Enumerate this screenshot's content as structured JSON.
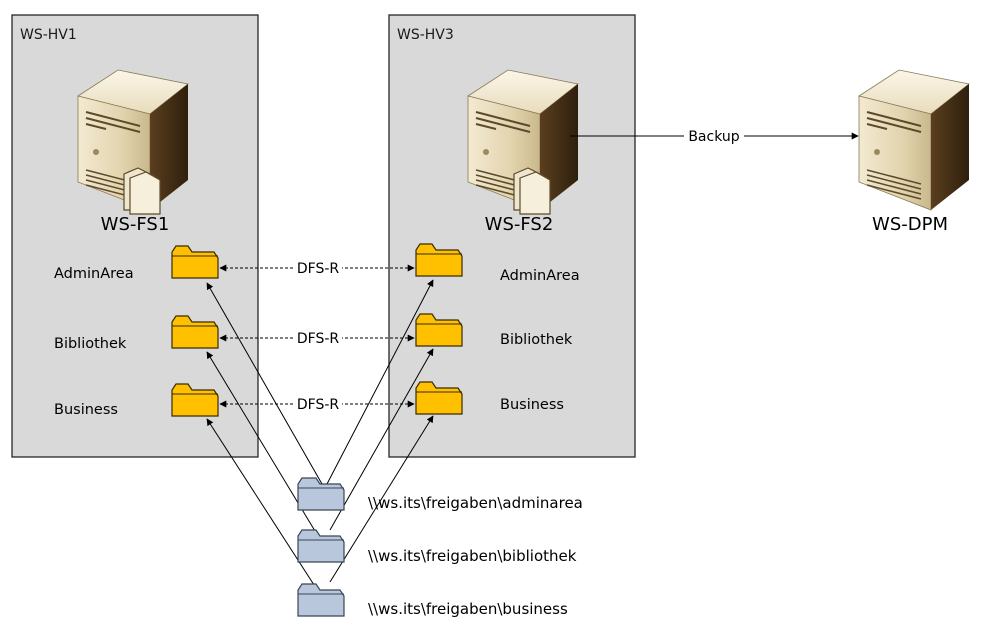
{
  "hosts": [
    {
      "title": "WS-HV1"
    },
    {
      "title": "WS-HV3"
    }
  ],
  "servers": {
    "fs1": "WS-FS1",
    "fs2": "WS-FS2",
    "dpm": "WS-DPM"
  },
  "folders_left": [
    "AdminArea",
    "Bibliothek",
    "Business"
  ],
  "folders_right": [
    "AdminArea",
    "Bibliothek",
    "Business"
  ],
  "replication_label": "DFS-R",
  "backup_label": "Backup",
  "namespaces": [
    "\\\\ws.its\\freigaben\\adminarea",
    "\\\\ws.its\\freigaben\\bibliothek",
    "\\\\ws.its\\freigaben\\business"
  ],
  "colors": {
    "host_fill": "#d9d9d9",
    "share_folder": "#ffc000",
    "namespace_folder": "#b8c7db"
  }
}
